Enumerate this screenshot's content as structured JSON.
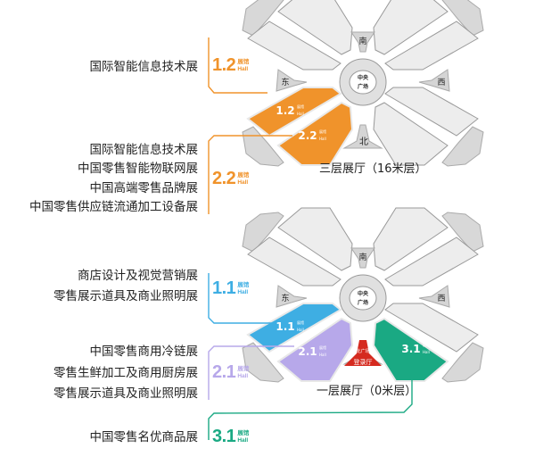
{
  "colors": {
    "orange": "#f0932b",
    "blue": "#3eaee3",
    "purple": "#b7a8ea",
    "green": "#1aa983",
    "red": "#d52a1f",
    "hall_gray": "#ededed"
  },
  "upper_floor": {
    "caption": "三层展厅（16米层）",
    "groups": [
      {
        "hall": "1.2",
        "hall_cn": "展馆",
        "hall_en": "Hall",
        "exhibitions": [
          "国际智能信息技术展"
        ]
      },
      {
        "hall": "2.2",
        "hall_cn": "展馆",
        "hall_en": "Hall",
        "exhibitions": [
          "国际智能信息技术展",
          "中国零售智能物联网展",
          "中国高端零售品牌展",
          "中国零售供应链流通加工设备展"
        ]
      }
    ]
  },
  "lower_floor": {
    "caption": "一层展厅（0米层）",
    "entrance": {
      "line1": "北广场",
      "line2": "登录厅"
    },
    "groups": [
      {
        "hall": "1.1",
        "hall_cn": "展馆",
        "hall_en": "Hall",
        "exhibitions": [
          "商店设计及视觉营销展",
          "零售展示道具及商业照明展"
        ]
      },
      {
        "hall": "2.1",
        "hall_cn": "展馆",
        "hall_en": "Hall",
        "exhibitions": [
          "中国零售商用冷链展",
          "零售生鲜加工及商用厨房展",
          "零售展示道具及商业照明展"
        ]
      },
      {
        "hall": "3.1",
        "hall_cn": "展馆",
        "hall_en": "Hall",
        "exhibitions": [
          "中国零售名优商品展"
        ]
      }
    ]
  },
  "map": {
    "south": "南",
    "north": "北",
    "east": "东",
    "west": "西",
    "center_line1": "中央",
    "center_line2": "广场"
  }
}
